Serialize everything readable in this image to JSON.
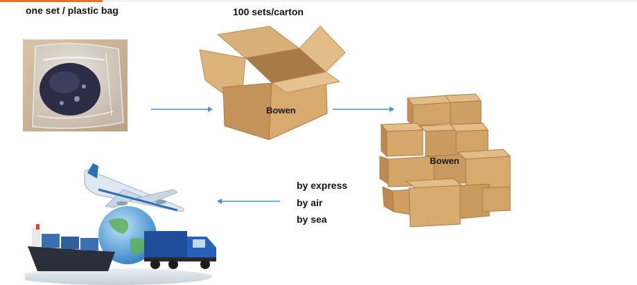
{
  "labels": {
    "bag": "one set / plastic bag",
    "carton": "100 sets/carton",
    "carton_brand": "Bowen",
    "stack_brand": "Bowen"
  },
  "shipping": {
    "methods": [
      "by express",
      "by air",
      "by sea"
    ]
  },
  "colors": {
    "arrow": "#4f8fc8",
    "cardboard": "#c99b62",
    "accent": "#e8702a"
  },
  "icons": [
    "plastic-bag-photo",
    "open-box-icon",
    "box-stack-icon",
    "transport-collage-icon",
    "arrow-right-icon",
    "arrow-left-icon"
  ]
}
